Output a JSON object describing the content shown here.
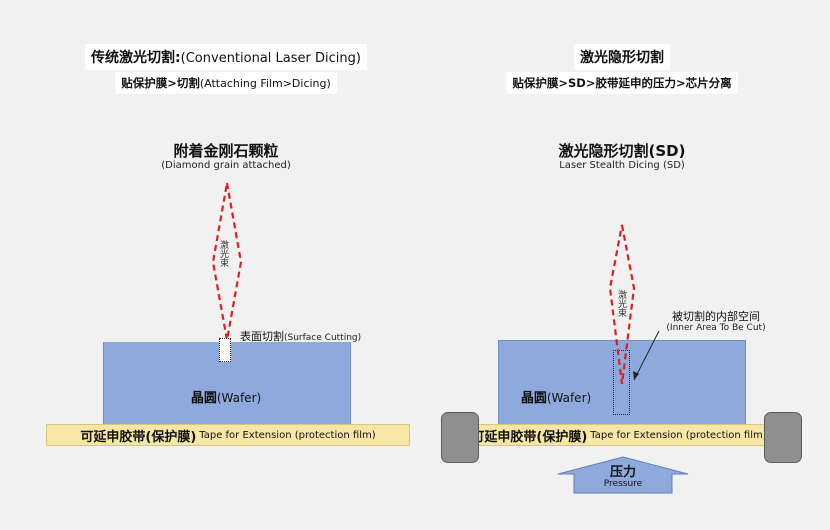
{
  "left": {
    "title_cn": "传统激光切割:",
    "title_en": "(Conventional Laser Dicing)",
    "subtitle_cn": "贴保护膜>切割",
    "subtitle_en": "(Attaching Film>Dicing)",
    "grain_label_cn": "附着金刚石颗粒",
    "grain_label_en": "(Diamond grain attached)",
    "beam_label": "激光束",
    "surface_cut_cn": "表面切割",
    "surface_cut_en": "(Surface Cutting)",
    "wafer_cn": "晶圆",
    "wafer_en": "(Wafer)",
    "tape_cn": "可延申胶带(保护膜)",
    "tape_en": "Tape for Extension (protection film)"
  },
  "right": {
    "title_cn": "激光隐形切割",
    "subtitle_cn": "贴保护膜>SD>胶带延申的压力>芯片分离",
    "sd_label_cn": "激光隐形切割(SD)",
    "sd_label_en": "Laser Stealth Dicing (SD)",
    "beam_label": "激光束",
    "inner_area_cn": "被切割的内部空间",
    "inner_area_en": "(Inner Area To Be Cut)",
    "wafer_cn": "晶圆",
    "wafer_en": "(Wafer)",
    "tape_cn": "可延申胶带(保护膜)",
    "tape_en": "Tape for Extension (protection film)",
    "pressure_cn": "压力",
    "pressure_en": "Pressure"
  },
  "colors": {
    "background": "#f1f1f1",
    "wafer": "#8ea9dc",
    "tape": "#f7e6a6",
    "beam": "#e02020",
    "pressure_arrow": "#8ea9dc",
    "roller": "#8f8f8f"
  }
}
